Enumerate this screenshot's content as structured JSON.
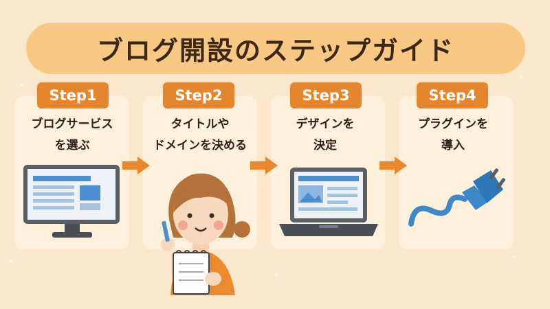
{
  "title": "ブログ開設のステップガイド",
  "colors": {
    "background": "#fbe8cc",
    "banner": "#f7c985",
    "badge": "#e5862e",
    "card": "#fdf1dc",
    "text": "#2e2218"
  },
  "steps": [
    {
      "badge": "Step1",
      "line1": "ブログサービス",
      "line2": "を選ぶ",
      "icon": "monitor-icon"
    },
    {
      "badge": "Step2",
      "line1": "タイトルや",
      "line2": "ドメインを決める",
      "icon": "woman-writing-illustration"
    },
    {
      "badge": "Step3",
      "line1": "デザインを",
      "line2": "決定",
      "icon": "laptop-icon"
    },
    {
      "badge": "Step4",
      "line1": "プラグインを",
      "line2": "導入",
      "icon": "plug-icon"
    }
  ]
}
